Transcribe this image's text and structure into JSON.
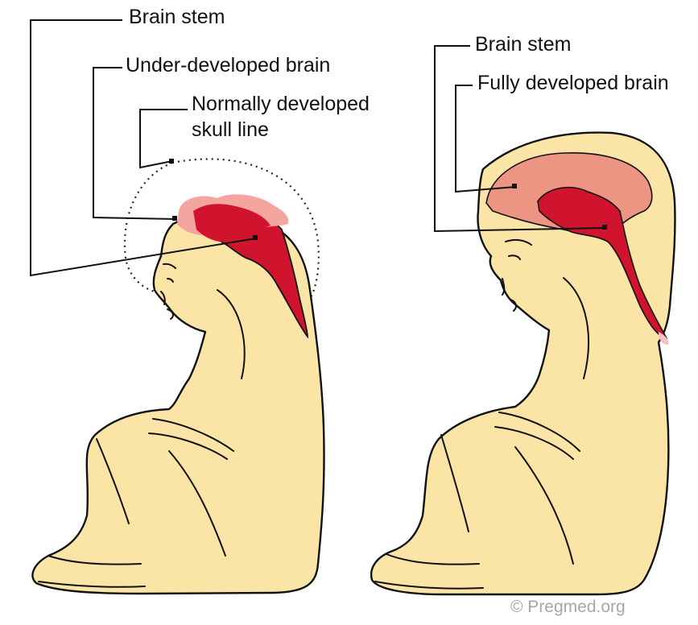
{
  "left_figure": {
    "labels": {
      "brain_stem": "Brain stem",
      "under_developed_brain": "Under-developed brain",
      "normal_skull_line_1": "Normally developed",
      "normal_skull_line_2": "skull line"
    }
  },
  "right_figure": {
    "labels": {
      "brain_stem": "Brain stem",
      "fully_developed_brain": "Fully developed brain"
    }
  },
  "watermark": "© Pregmed.org",
  "colors": {
    "skin": "#fbe5a6",
    "brain_stem": "#d0142d",
    "brain_light": "#ec9583",
    "brain_light_left": "#f4a5a0",
    "outline": "#111111"
  }
}
